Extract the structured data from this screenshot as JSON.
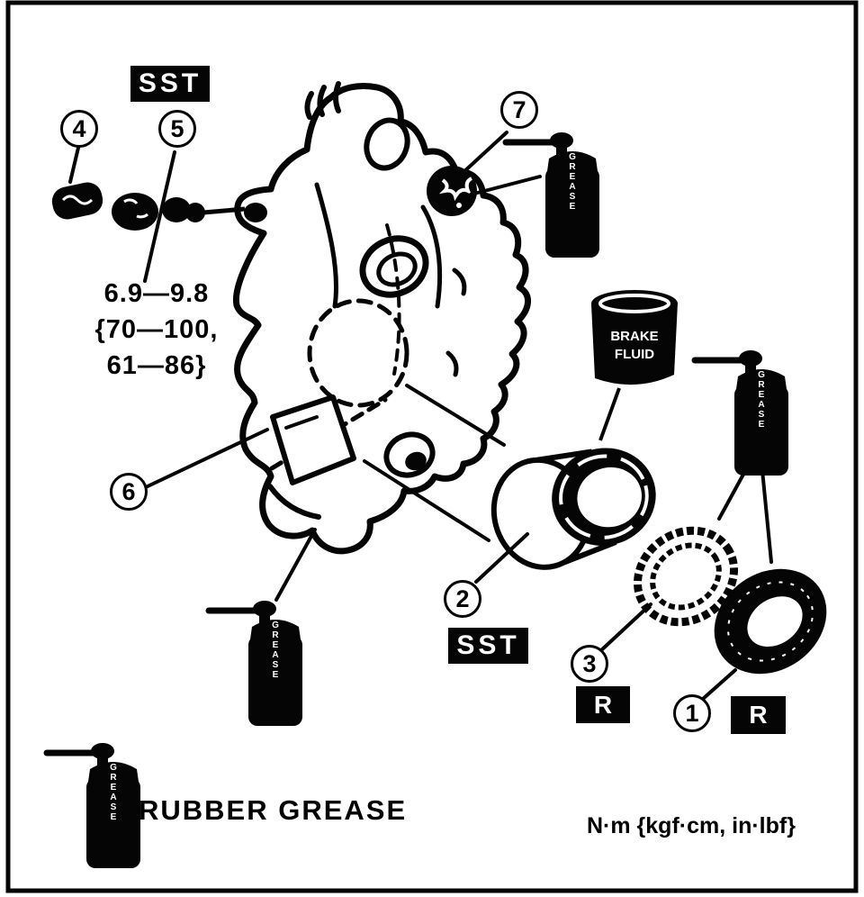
{
  "figure": {
    "kind": "brake-caliper-exploded-parts-diagram",
    "sst_label": "SST",
    "r_label": "R",
    "legend_text": "RUBBER GREASE",
    "units_note": "N·m {kgf·cm, in·lbf}",
    "torque_spec": {
      "line1": "6.9—9.8",
      "line2": "{70—100,",
      "line3": "61—86}"
    },
    "brake_fluid": {
      "line1": "BRAKE",
      "line2": "FLUID"
    },
    "grease_text": "GREASE",
    "callouts": {
      "c1": "1",
      "c2": "2",
      "c3": "3",
      "c4": "4",
      "c5": "5",
      "c6": "6",
      "c7": "7"
    },
    "colors": {
      "ink": "#050505",
      "paper": "#ffffff"
    }
  }
}
